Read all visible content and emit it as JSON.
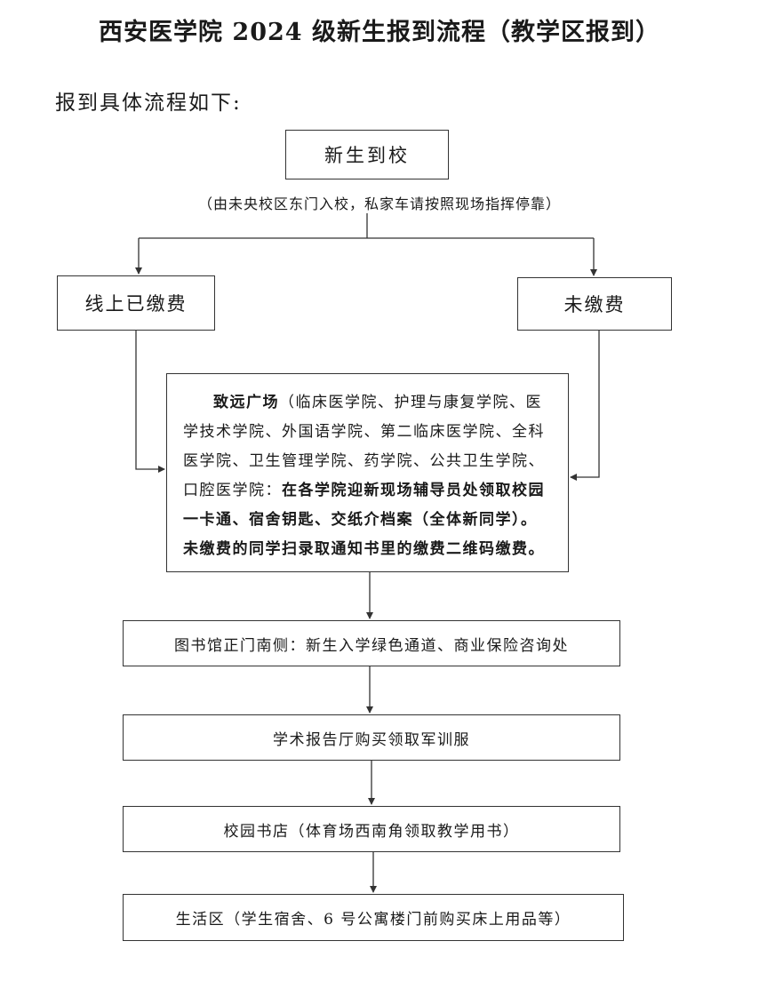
{
  "title": "西安医学院 2024 级新生报到流程（教学区报到）",
  "intro": "报到具体流程如下:",
  "flow": {
    "start": "新生到校",
    "start_note": "（由未央校区东门入校，私家车请按照现场指挥停靠）",
    "branch_paid": "线上已缴费",
    "branch_unpaid": "未缴费",
    "main": {
      "place": "致远广场",
      "colleges": "（临床医学院、护理与康复学院、医学技术学院、外国语学院、第二临床医学院、全科医学院、卫生管理学院、药学院、公共卫生学院、口腔医学院：",
      "instructions": "在各学院迎新现场辅导员处领取校园一卡通、宿舍钥匙、交纸介档案（全体新同学）。未缴费的同学扫录取通知书里的缴费二维码缴费。"
    },
    "steps": [
      "图书馆正门南侧：新生入学绿色通道、商业保险咨询处",
      "学术报告厅购买领取军训服",
      "校园书店（体育场西南角领取教学用书）",
      "生活区（学生宿舍、6 号公寓楼门前购买床上用品等）"
    ]
  }
}
